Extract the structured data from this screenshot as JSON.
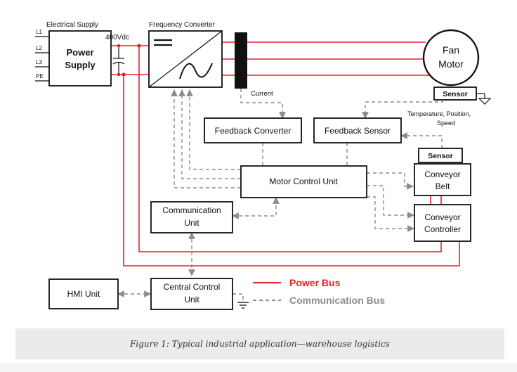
{
  "colors": {
    "power": "#e8202a",
    "comm": "#8c8c8c",
    "line": "#111111",
    "caption_bg": "#e9ebec"
  },
  "power_supply": {
    "section_label": "Electrical Supply",
    "title_line1": "Power",
    "title_line2": "Supply",
    "inputs": [
      "L1",
      "L2",
      "L3",
      "PE"
    ],
    "voltage": "400Vdc"
  },
  "frequency_converter": {
    "section_label": "Frequency Converter"
  },
  "fan_motor": {
    "line1": "Fan",
    "line2": "Motor"
  },
  "labels": {
    "current": "Current",
    "sensor_fan": "Sensor",
    "sensor_note_line1": "Temperature, Position,",
    "sensor_note_line2": "Speed",
    "feedback_converter": "Feedback Converter",
    "feedback_sensor": "Feedback Sensor",
    "sensor_conveyor": "Sensor",
    "conveyor_belt_line1": "Conveyor",
    "conveyor_belt_line2": "Belt",
    "motor_control_unit": "Motor Control Unit",
    "communication_unit_line1": "Communication",
    "communication_unit_line2": "Unit",
    "conveyor_controller_line1": "Conveyor",
    "conveyor_controller_line2": "Controller",
    "hmi_unit": "HMI Unit",
    "central_control_line1": "Central Control",
    "central_control_line2": "Unit"
  },
  "legend": {
    "power_bus": "Power Bus",
    "communication_bus": "Communication Bus"
  },
  "caption": "Figure 1: Typical industrial application—warehouse logistics"
}
